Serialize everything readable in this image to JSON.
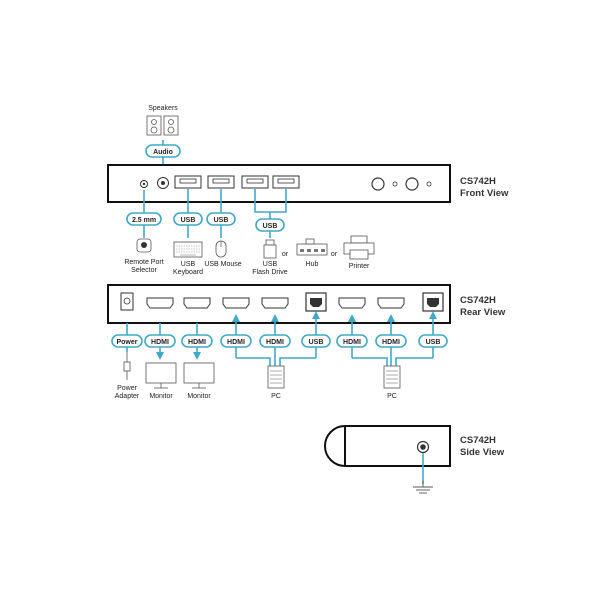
{
  "front": {
    "title": "CS742H",
    "subtitle": "Front View",
    "labels": {
      "audio": "Audio",
      "speakers": "Speakers",
      "mm": "2.5 mm",
      "usb1": "USB",
      "usb2": "USB",
      "usb3": "USB",
      "remote": "Remote Port",
      "remote2": "Selector",
      "keyboard": "USB",
      "keyboard2": "Keyboard",
      "mouse": "USB Mouse",
      "flash": "USB",
      "flash2": "Flash Drive",
      "or1": "or",
      "hub": "Hub",
      "or2": "or",
      "printer": "Printer"
    }
  },
  "rear": {
    "title": "CS742H",
    "subtitle": "Rear View",
    "labels": {
      "power": "Power",
      "hdmi1": "HDMI",
      "hdmi2": "HDMI",
      "hdmi3": "HDMI",
      "hdmi4": "HDMI",
      "usb1": "USB",
      "hdmi5": "HDMI",
      "hdmi6": "HDMI",
      "usb2": "USB",
      "adapter": "Power",
      "adapter2": "Adapter",
      "monitor1": "Monitor",
      "monitor2": "Monitor",
      "pc1": "PC",
      "pc2": "PC"
    }
  },
  "side": {
    "title": "CS742H",
    "subtitle": "Side View"
  },
  "colors": {
    "accent": "#3fa9c9",
    "panel": "#111111"
  }
}
